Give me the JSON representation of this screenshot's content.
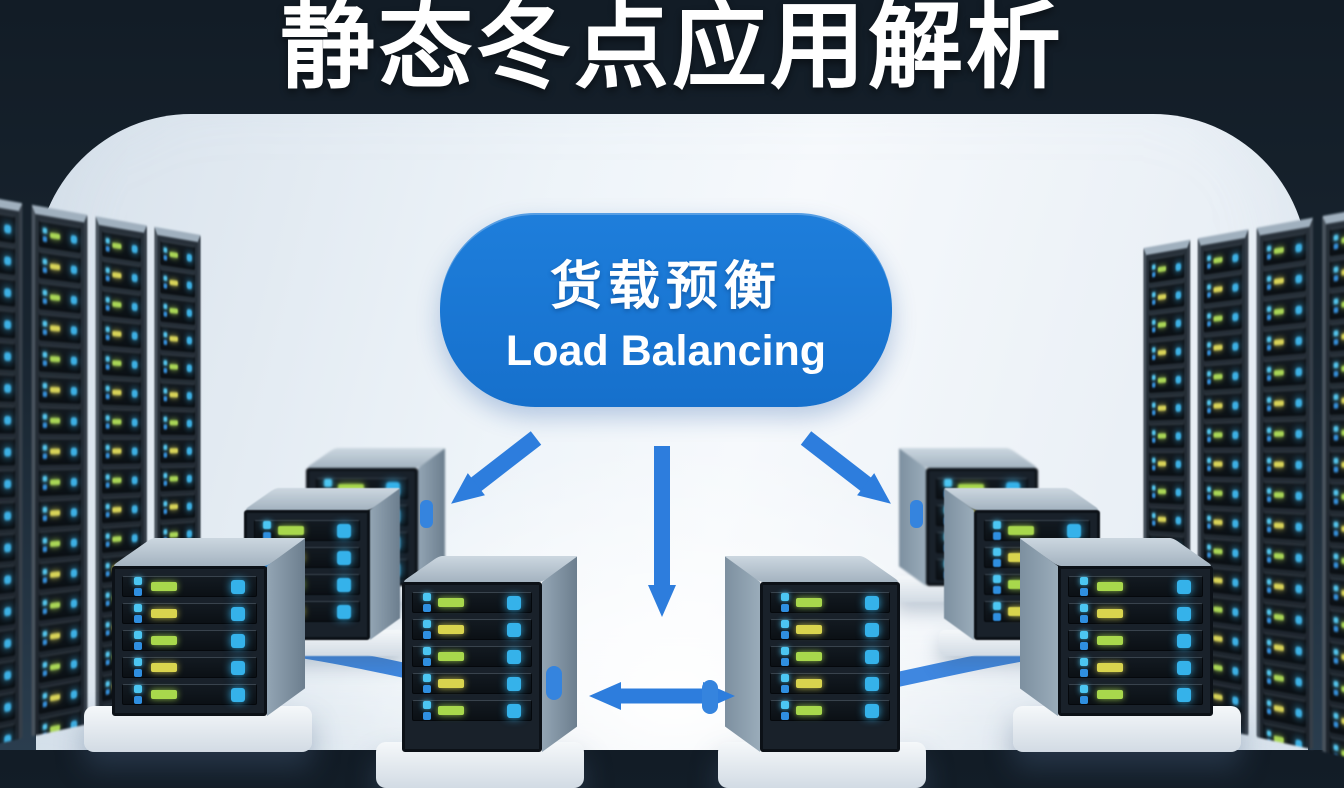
{
  "title": {
    "text": "静态冬点应用解析"
  },
  "hub": {
    "label_zh": "货载预衡",
    "label_en": "Load Balancing"
  },
  "colors": {
    "banner_bg": "#16222e",
    "panel_bg": "#eef4f9",
    "hub_blue": "#1b76d3",
    "arrow_blue": "#2d7ddd",
    "cable_blue": "#3f87e0",
    "led_cyan": "#4cc6f2",
    "led_blue": "#2f8fe0",
    "led_green": "#a8d84c",
    "led_yellow": "#d9d44e",
    "rack_dark": "#1c242d",
    "tower_top_gray": "#b6c3cf",
    "tower_side_gray": "#8095a6",
    "pedestal_white": "#eef2f6"
  },
  "scene": {
    "wall_rows": "18",
    "tower_rows_small": "4",
    "tower_rows_large": "5",
    "left_wall_columns": 4,
    "right_wall_columns": 4,
    "arrow_icons": [
      "arrow-down-left-icon",
      "arrow-down-icon",
      "arrow-down-right-icon",
      "arrow-bidirectional-icon"
    ],
    "cable_icons": [
      "cable-left-icon",
      "cable-right-icon",
      "cable-mid-left-icon",
      "cable-mid-right-icon"
    ]
  }
}
